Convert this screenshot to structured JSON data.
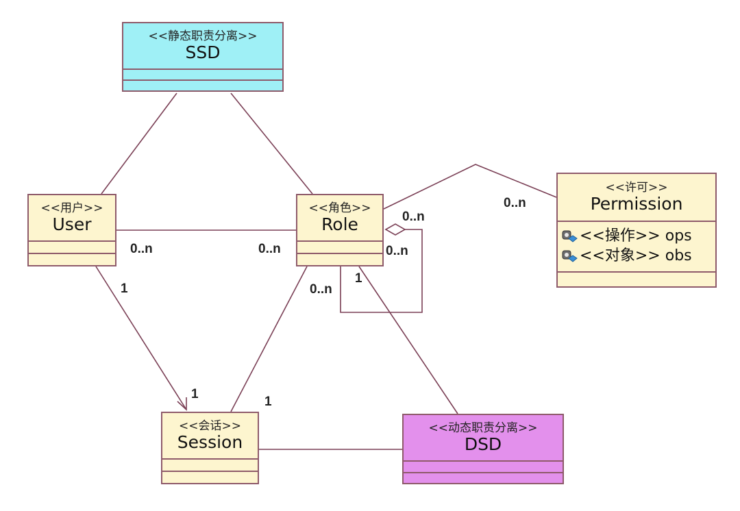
{
  "colors": {
    "class_fill": "#fdf5cf",
    "ssd_fill": "#9ff0f6",
    "dsd_fill": "#e390ec",
    "line": "#7a3f55"
  },
  "classes": {
    "ssd": {
      "stereotype": "<<静态职责分离>>",
      "name": "SSD"
    },
    "user": {
      "stereotype": "<<用户>>",
      "name": "User"
    },
    "role": {
      "stereotype": "<<角色>>",
      "name": "Role"
    },
    "permission": {
      "stereotype": "<<许可>>",
      "name": "Permission",
      "attributes": [
        {
          "text": "<<操作>> ops",
          "icon": "attribute-icon"
        },
        {
          "text": "<<对象>> obs",
          "icon": "attribute-icon"
        }
      ]
    },
    "session": {
      "stereotype": "<<会话>>",
      "name": "Session"
    },
    "dsd": {
      "stereotype": "<<动态职责分离>>",
      "name": "DSD"
    }
  },
  "multiplicities": {
    "user_role_user_end": "0..n",
    "user_role_role_end": "0..n",
    "role_permission_perm_end": "0..n",
    "role_self_top": "0..n",
    "role_self_bottom": "0..n",
    "role_session_role_end": "0..n",
    "role_dsd_role_end": "1",
    "user_session_user_end": "1",
    "user_session_session_end": "1",
    "session_role_session_end": "1"
  }
}
